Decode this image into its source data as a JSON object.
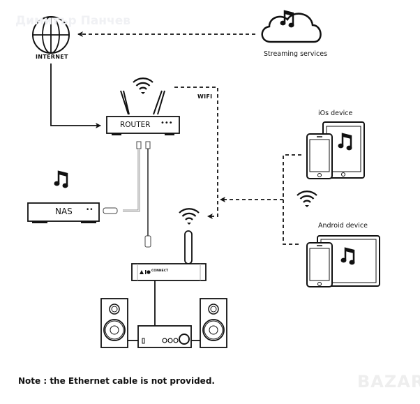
{
  "watermark": {
    "author": "Димитър Панчев",
    "site": "BAZAR"
  },
  "nodes": {
    "internet": {
      "label": "INTERNET",
      "icon": "globe-icon"
    },
    "streaming": {
      "label": "Streaming services",
      "icon": "cloud-music-icon"
    },
    "router": {
      "label": "ROUTER",
      "leds": "•••",
      "icon": "router-icon"
    },
    "wifi_link": {
      "label": "WIFI"
    },
    "nas": {
      "label": "NAS",
      "leds": "••",
      "icon": "nas-icon"
    },
    "connect": {
      "label": "CONNECT",
      "icon": "streamer-icon"
    },
    "ios": {
      "label": "iOs device",
      "icon": "phone-tablet-icon"
    },
    "android": {
      "label": "Android device",
      "icon": "phone-tablet-icon"
    },
    "amp": {
      "icon": "amplifier-icon"
    },
    "speakers": {
      "icon": "speaker-icon"
    }
  },
  "note": "Note : the Ethernet cable is not provided."
}
